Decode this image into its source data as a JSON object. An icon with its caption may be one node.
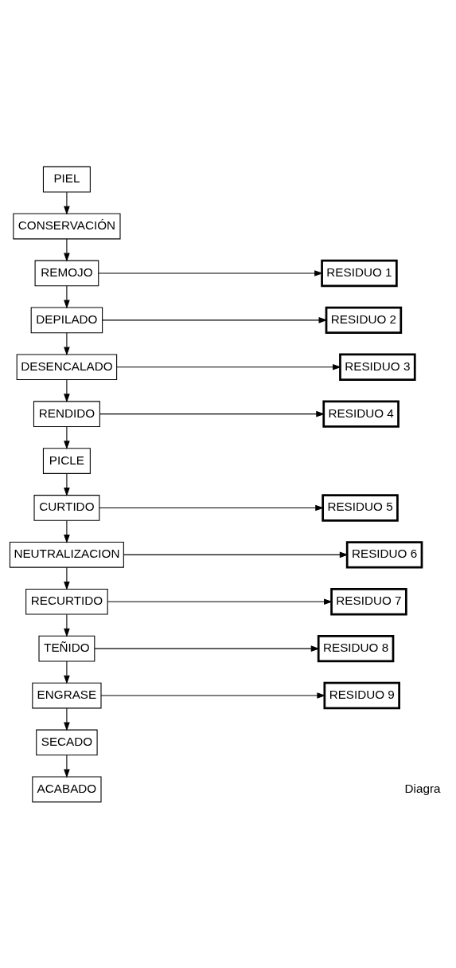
{
  "diagram": {
    "nodes": [
      {
        "text": [
          "PIEL"
        ]
      },
      {
        "text": [
          "CONSERVACIÓN"
        ]
      },
      {
        "text": [
          "REMOJO"
        ]
      },
      {
        "text": [
          "RESIDUO 1"
        ]
      },
      {
        "text": [
          "DEPILADO"
        ]
      },
      {
        "text": [
          "RESIDUO 2"
        ]
      },
      {
        "text": [
          "DESENCALADO"
        ]
      },
      {
        "text": [
          "RESIDUO 3"
        ]
      },
      {
        "text": [
          "RENDIDO"
        ]
      },
      {
        "text": [
          "RESIDUO 4"
        ]
      },
      {
        "text": [
          "PICLE"
        ]
      },
      {
        "text": [
          "CURTIDO"
        ]
      },
      {
        "text": [
          "RESIDUO 5"
        ]
      },
      {
        "text": [
          "NEUTRALIZACION"
        ]
      },
      {
        "text": [
          "RESIDUO 6"
        ]
      },
      {
        "text": [
          "RECURTIDO"
        ]
      },
      {
        "text": [
          "RESIDUO 7"
        ]
      },
      {
        "text": [
          "TEÑIDO"
        ]
      },
      {
        "text": [
          "RESIDUO 8"
        ]
      },
      {
        "text": [
          "ENGRASE"
        ]
      },
      {
        "text": [
          "RESIDUO 9"
        ]
      },
      {
        "text": [
          "SECADO"
        ]
      },
      {
        "text": [
          "ACABADO"
        ]
      }
    ],
    "edges": [
      {
        "from": 0,
        "to": 1,
        "arrow": "to"
      },
      {
        "from": 1,
        "to": 2,
        "arrow": "to"
      },
      {
        "from": 2,
        "to": 3,
        "arrow": "to"
      },
      {
        "from": 2,
        "to": 4,
        "arrow": "to"
      },
      {
        "from": 4,
        "to": 5,
        "arrow": "to"
      },
      {
        "from": 4,
        "to": 6,
        "arrow": "to"
      },
      {
        "from": 6,
        "to": 7,
        "arrow": "to"
      },
      {
        "from": 6,
        "to": 8,
        "arrow": "to"
      },
      {
        "from": 8,
        "to": 9,
        "arrow": "to"
      },
      {
        "from": 8,
        "to": 10,
        "arrow": "to"
      },
      {
        "from": 10,
        "to": 11,
        "arrow": "to"
      },
      {
        "from": 11,
        "to": 12,
        "arrow": "to"
      },
      {
        "from": 11,
        "to": 13,
        "arrow": "to"
      },
      {
        "from": 13,
        "to": 14,
        "arrow": "to"
      },
      {
        "from": 13,
        "to": 15,
        "arrow": "to"
      },
      {
        "from": 15,
        "to": 16,
        "arrow": "to"
      },
      {
        "from": 15,
        "to": 17,
        "arrow": "to"
      },
      {
        "from": 17,
        "to": 18,
        "arrow": "to"
      },
      {
        "from": 17,
        "to": 19,
        "arrow": "to"
      },
      {
        "from": 19,
        "to": 20,
        "arrow": "to"
      },
      {
        "from": 19,
        "to": 21,
        "arrow": "to"
      },
      {
        "from": 21,
        "to": 22,
        "arrow": "to"
      }
    ],
    "labels": [
      "Diagra"
    ]
  }
}
